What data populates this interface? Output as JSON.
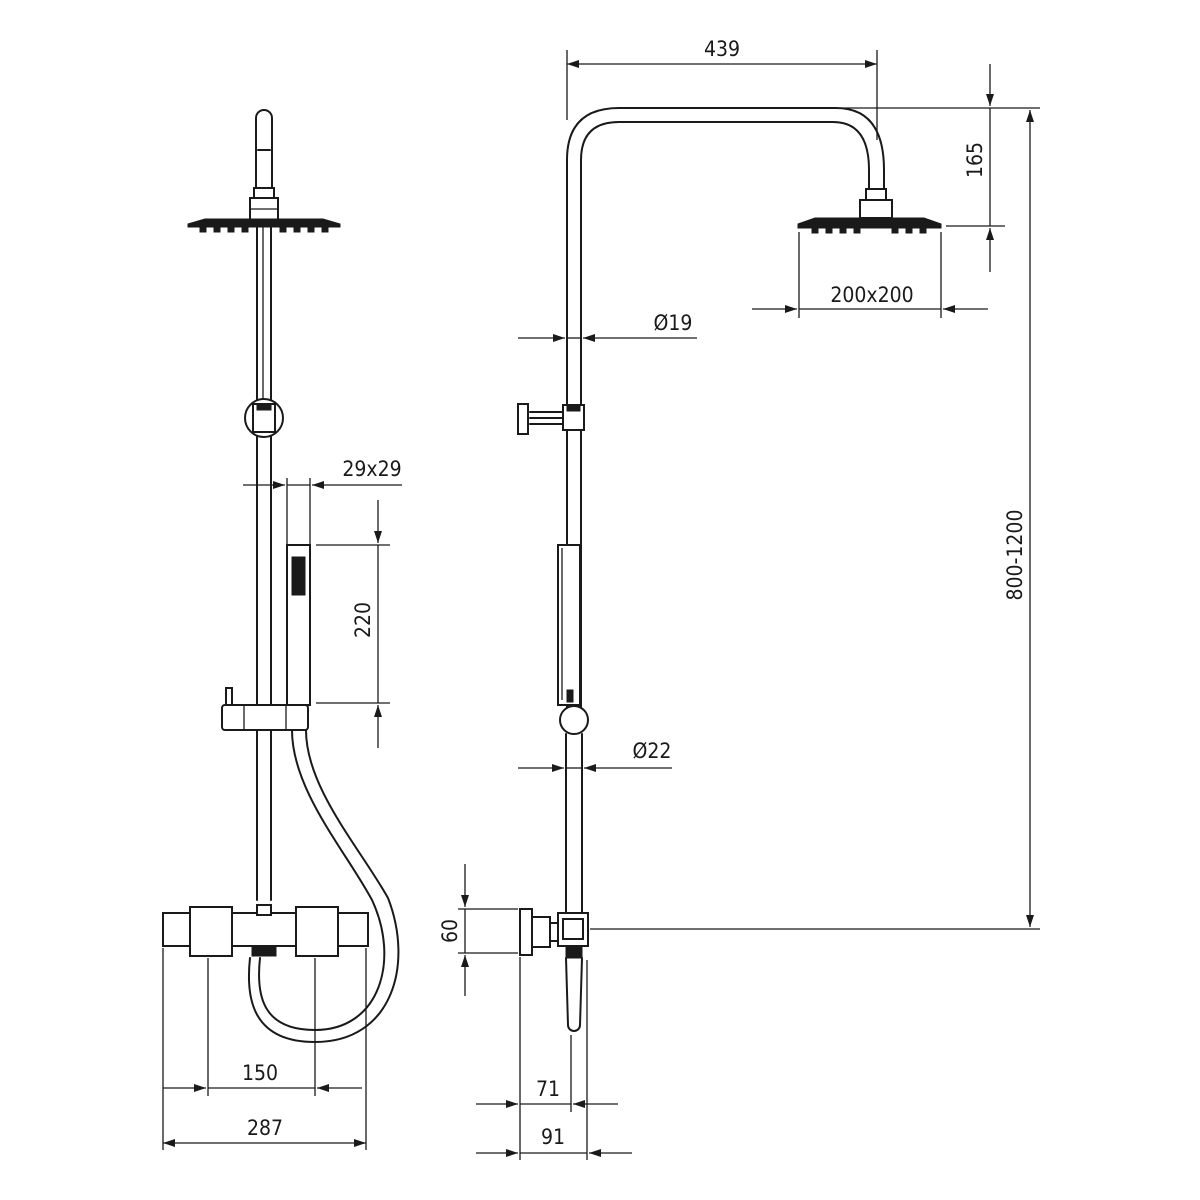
{
  "colors": {
    "line": "#1a1a1a",
    "background": "#ffffff"
  },
  "dimensions": {
    "arm_reach": "439",
    "head_drop": "165",
    "head_size": "200x200",
    "upper_pipe_diameter": "Ø19",
    "hand_shower_section": "29x29",
    "hand_shower_length": "220",
    "height_range": "800-1200",
    "lower_pipe_diameter": "Ø22",
    "inlet_height": "60",
    "mixer_spacing": "150",
    "mixer_width": "287",
    "wall_offset_pipe": "71",
    "wall_offset_total": "91"
  }
}
